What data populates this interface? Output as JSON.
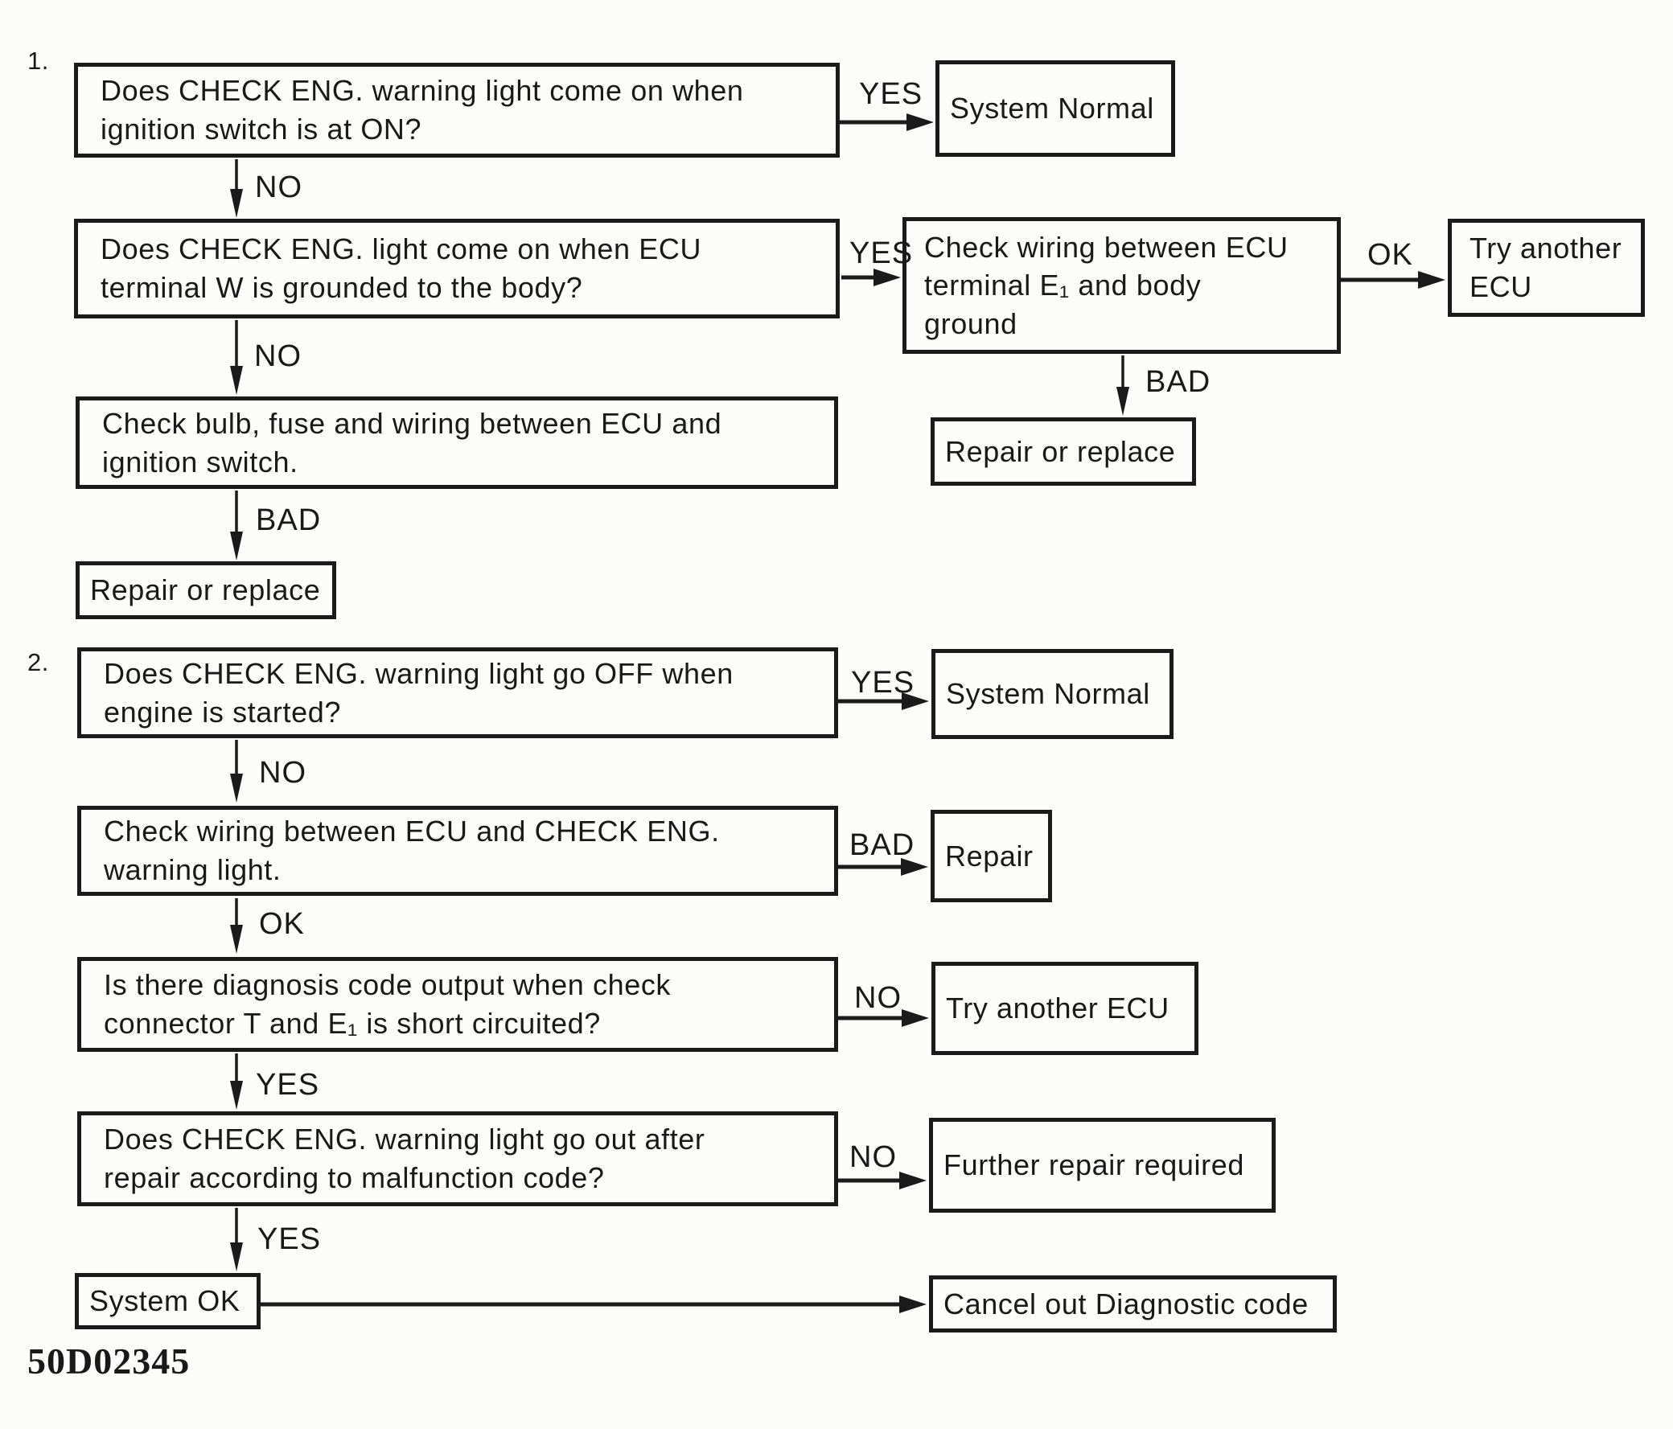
{
  "figure_code": "50D02345",
  "sections": {
    "one": "1.",
    "two": "2."
  },
  "nodes": {
    "q1": {
      "lines": [
        "Does CHECK ENG. warning light come on when",
        "ignition switch is at ON?"
      ]
    },
    "system_normal_1": {
      "lines": [
        "System Normal"
      ]
    },
    "q2": {
      "lines": [
        "Does CHECK ENG. light come on when ECU",
        "terminal W is grounded to the body?"
      ]
    },
    "check_wiring_e1": {
      "lines": [
        "Check wiring between ECU",
        "terminal E₁ and body",
        "ground"
      ]
    },
    "try_another_ecu_1": {
      "lines": [
        "Try another",
        "ECU"
      ]
    },
    "check_bulb": {
      "lines": [
        "Check bulb, fuse and wiring between ECU and",
        "ignition switch."
      ]
    },
    "repair_or_replace_right": {
      "lines": [
        "Repair or replace"
      ]
    },
    "repair_or_replace_left": {
      "lines": [
        "Repair or replace"
      ]
    },
    "q3": {
      "lines": [
        "Does CHECK ENG. warning light go OFF when",
        "engine is started?"
      ]
    },
    "system_normal_2": {
      "lines": [
        "System Normal"
      ]
    },
    "q4": {
      "lines": [
        "Check wiring between ECU and CHECK ENG.",
        "warning light."
      ]
    },
    "repair": {
      "lines": [
        "Repair"
      ]
    },
    "q5": {
      "lines": [
        "Is there diagnosis code output when check",
        "connector T and E₁ is short circuited?"
      ]
    },
    "try_another_ecu_2": {
      "lines": [
        "Try another ECU"
      ]
    },
    "q6": {
      "lines": [
        "Does CHECK ENG. warning light go out after",
        "repair according to malfunction code?"
      ]
    },
    "further_repair": {
      "lines": [
        "Further repair required"
      ]
    },
    "system_ok": {
      "lines": [
        "System OK"
      ]
    },
    "cancel_code": {
      "lines": [
        "Cancel out Diagnostic code"
      ]
    }
  },
  "edge_labels": {
    "a1": "YES",
    "a2": "NO",
    "a3": "YES",
    "a4": "OK",
    "a5": "BAD",
    "a6": "NO",
    "a7": "BAD",
    "a8": "YES",
    "a9": "NO",
    "a10": "BAD",
    "a11": "OK",
    "a12": "NO",
    "a13": "YES",
    "a14": "NO",
    "a15": "YES"
  },
  "ink_color": "#1b1b1b"
}
